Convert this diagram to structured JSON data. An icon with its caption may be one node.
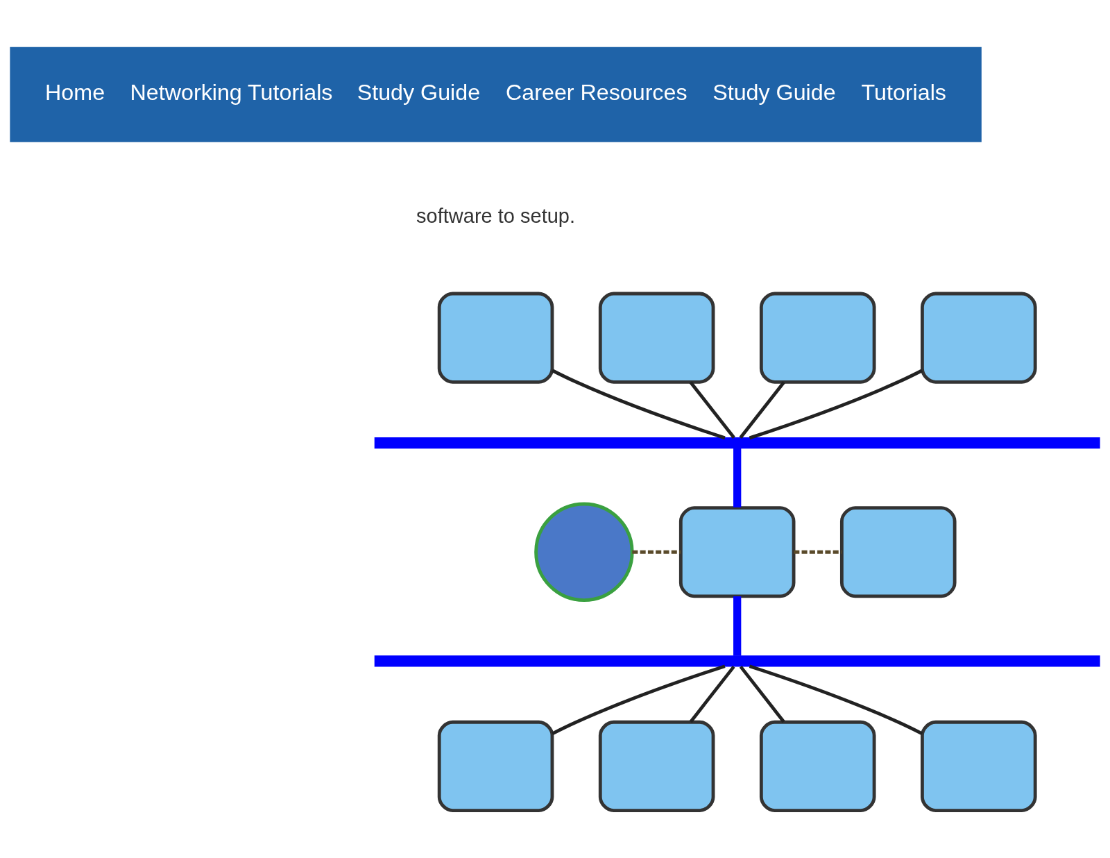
{
  "diagram": {
    "nodes": [
      {
        "text": [
          "Home",
          "Networking Tutorials",
          "Study Guide",
          "Career Resources",
          "Study Guide",
          "Tutorials"
        ]
      },
      {
        "text": [],
        "shape": "box"
      },
      {
        "text": [],
        "shape": "box"
      },
      {
        "text": [],
        "shape": "box"
      },
      {
        "text": [],
        "shape": "box"
      },
      {
        "text": [],
        "shape": "bar"
      },
      {
        "text": [],
        "shape": "circle"
      },
      {
        "text": [],
        "shape": "box"
      },
      {
        "text": [],
        "shape": "box"
      },
      {
        "text": [],
        "shape": "bar"
      },
      {
        "text": [],
        "shape": "box"
      },
      {
        "text": [],
        "shape": "box"
      },
      {
        "text": [],
        "shape": "box"
      },
      {
        "text": [],
        "shape": "box"
      }
    ],
    "edges": [
      {
        "from": 1,
        "to": 5,
        "arrow": "none"
      },
      {
        "from": 2,
        "to": 5,
        "arrow": "none"
      },
      {
        "from": 3,
        "to": 5,
        "arrow": "none"
      },
      {
        "from": 4,
        "to": 5,
        "arrow": "none"
      },
      {
        "from": 5,
        "to": 7,
        "arrow": "none",
        "style": "thick",
        "color": "#0000ff"
      },
      {
        "from": 6,
        "to": 7,
        "arrow": "none",
        "style": "dashed",
        "color": "#5a4a2a"
      },
      {
        "from": 7,
        "to": 8,
        "arrow": "none",
        "style": "dashed",
        "color": "#5a4a2a"
      },
      {
        "from": 7,
        "to": 9,
        "arrow": "none",
        "style": "thick",
        "color": "#0000ff"
      },
      {
        "from": 9,
        "to": 10,
        "arrow": "none"
      },
      {
        "from": 9,
        "to": 11,
        "arrow": "none"
      },
      {
        "from": 9,
        "to": 12,
        "arrow": "none"
      },
      {
        "from": 9,
        "to": 13,
        "arrow": "none"
      }
    ],
    "labels": [
      "software to setup."
    ]
  }
}
